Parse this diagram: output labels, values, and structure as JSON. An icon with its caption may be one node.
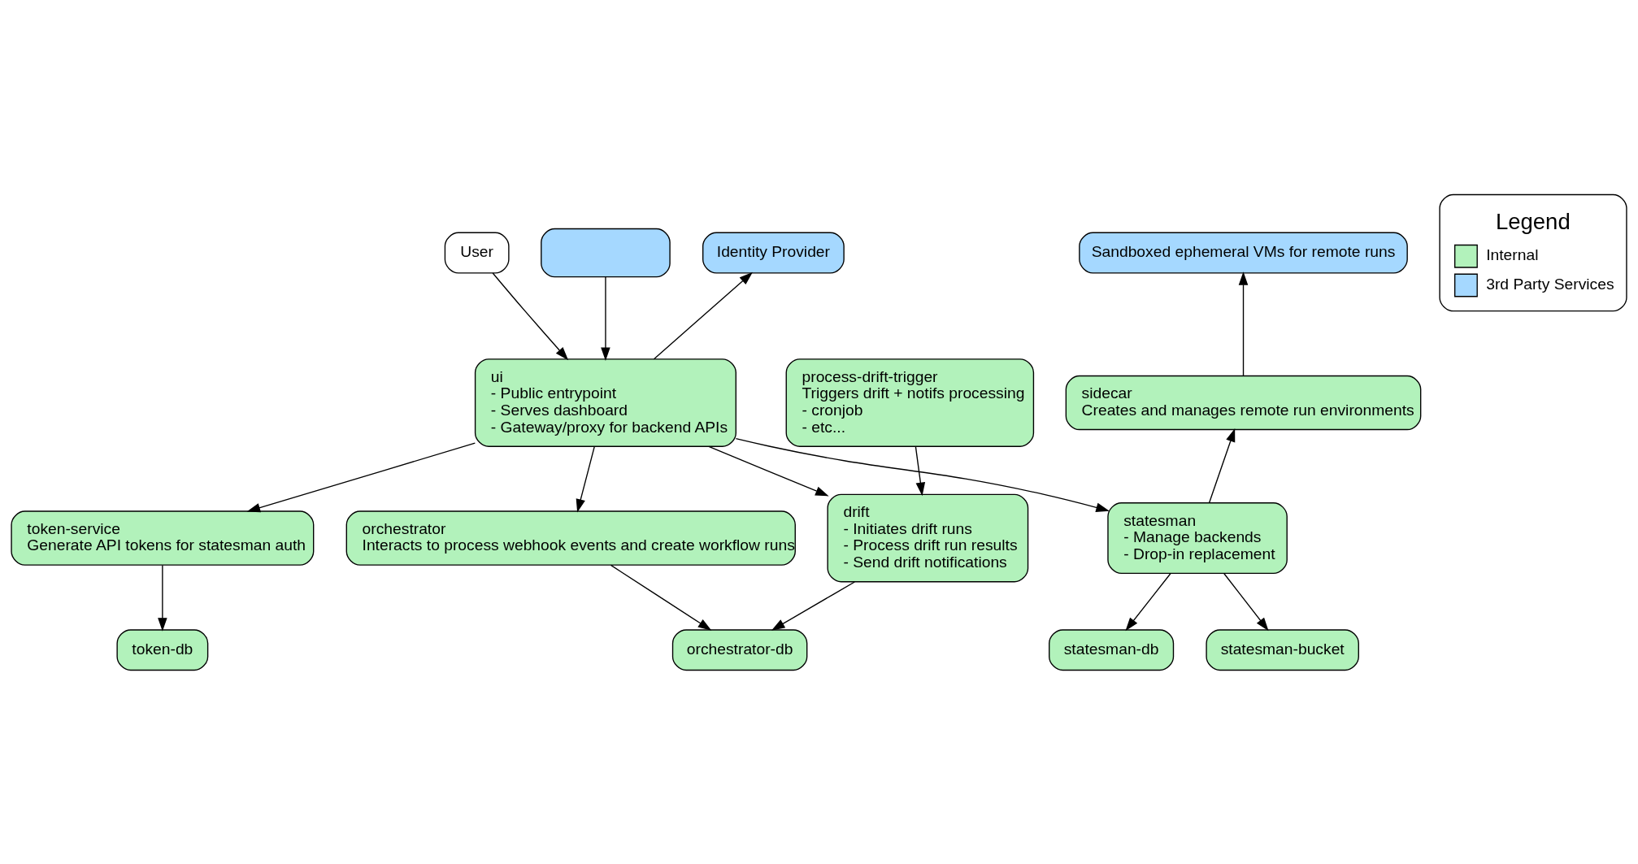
{
  "diagram": {
    "nodes": [
      {
        "text": [
          "Sandboxed ephemeral VMs for remote runs"
        ]
      },
      {
        "text": [
          "Identity Provider"
        ]
      },
      {
        "text": [
          "User"
        ]
      },
      {
        "text": [],
        "shape": "box"
      },
      {
        "text": [
          "ui",
          "- Public entrypoint",
          "- Serves dashboard",
          "- Gateway/proxy for backend APIs"
        ]
      },
      {
        "text": [
          "sidecar",
          "Creates and manages remote run environments"
        ]
      },
      {
        "text": [
          "process-drift-trigger",
          "Triggers drift + notifs processing",
          "- cronjob",
          "- etc..."
        ]
      },
      {
        "text": [
          "statesman",
          "- Manage backends",
          "- Drop-in replacement"
        ]
      },
      {
        "text": [
          "token-service",
          "Generate API tokens for statesman auth"
        ]
      },
      {
        "text": [
          "orchestrator",
          "Interacts to process webhook events and create workflow runs"
        ]
      },
      {
        "text": [
          "drift",
          "- Initiates drift runs",
          "- Process drift run results",
          "- Send drift notifications"
        ]
      },
      {
        "text": [
          "statesman-db"
        ]
      },
      {
        "text": [
          "statesman-bucket"
        ]
      },
      {
        "text": [
          "token-db"
        ]
      },
      {
        "text": [
          "orchestrator-db"
        ]
      }
    ],
    "edges": [
      {
        "from": 5,
        "to": 0,
        "arrow": "to"
      },
      {
        "from": 4,
        "to": 1,
        "arrow": "to"
      },
      {
        "from": 2,
        "to": 4,
        "arrow": "to"
      },
      {
        "from": 3,
        "to": 4,
        "arrow": "to"
      },
      {
        "from": 7,
        "to": 5,
        "arrow": "to"
      },
      {
        "from": 4,
        "to": 7,
        "arrow": "to"
      },
      {
        "from": 4,
        "to": 8,
        "arrow": "to"
      },
      {
        "from": 4,
        "to": 9,
        "arrow": "to"
      },
      {
        "from": 4,
        "to": 10,
        "arrow": "to"
      },
      {
        "from": 6,
        "to": 10,
        "arrow": "to"
      },
      {
        "from": 7,
        "to": 11,
        "arrow": "to"
      },
      {
        "from": 7,
        "to": 12,
        "arrow": "to"
      },
      {
        "from": 8,
        "to": 13,
        "arrow": "to"
      },
      {
        "from": 9,
        "to": 14,
        "arrow": "to"
      },
      {
        "from": 10,
        "to": 14,
        "arrow": "to"
      }
    ],
    "labels": [
      "Legend"
    ],
    "legend": [
      {
        "text": "Internal",
        "color": "#b2f2bb"
      },
      {
        "text": "3rd Party Services",
        "color": "#a5d8ff"
      }
    ]
  }
}
